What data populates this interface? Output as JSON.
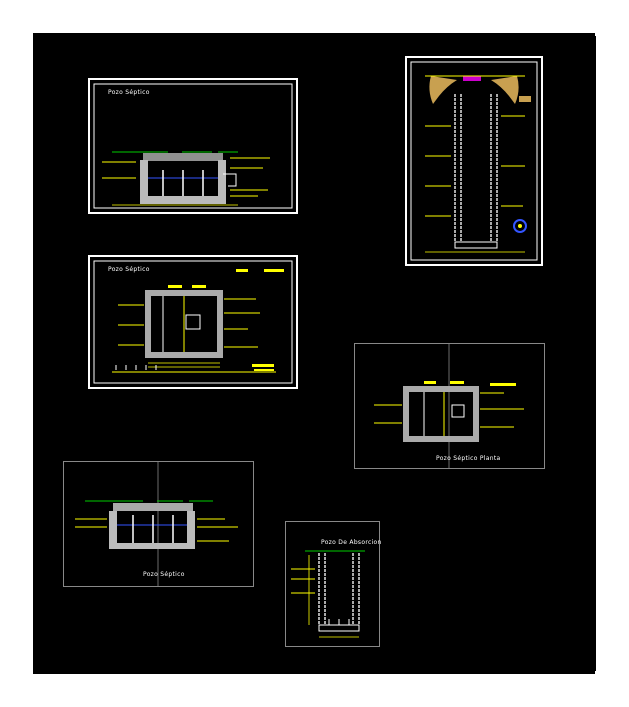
{
  "labels": {
    "sheet1_title": "Pozo Séptico",
    "sheet2_title": "Pozo Séptico",
    "sheet3_caption": "Pozo Séptico Planta",
    "sheet4_caption": "Pozo Séptico",
    "sheet5_title": "Pozo De Absorcion"
  },
  "colors": {
    "canvas": "#000000",
    "line": "#ffffff",
    "annotation": "#ffff00",
    "ground": "#00cc00",
    "water": "#3355ff",
    "hatch": "#aaaaaa",
    "soil": "#c8a050",
    "cap": "#cc00cc"
  }
}
